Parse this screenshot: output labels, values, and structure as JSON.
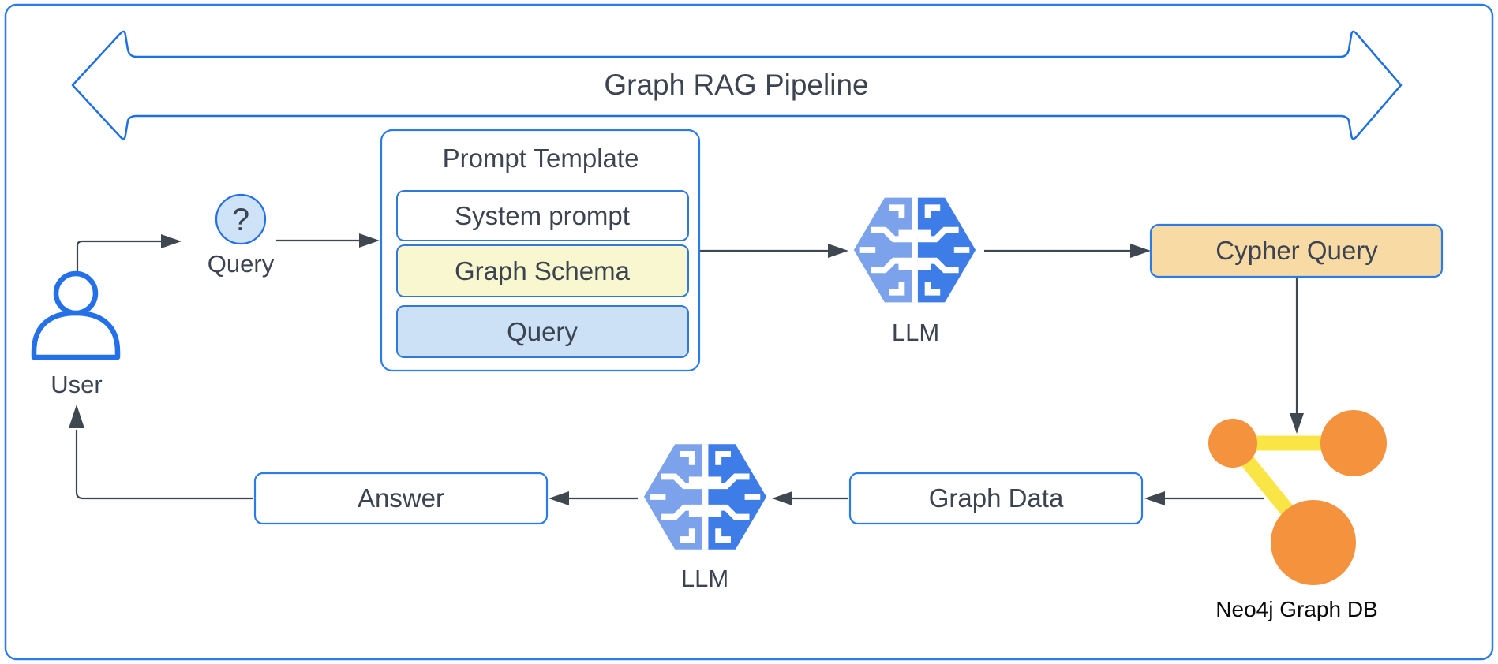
{
  "diagram": {
    "title": "Graph RAG Pipeline",
    "nodes": {
      "user": {
        "label": "User"
      },
      "query": {
        "label": "Query",
        "icon_glyph": "?"
      },
      "prompt_template": {
        "title": "Prompt Template",
        "items": [
          {
            "label": "System prompt",
            "fill": "#ffffff"
          },
          {
            "label": "Graph Schema",
            "fill": "#f9f7cf"
          },
          {
            "label": "Query",
            "fill": "#cce0f6"
          }
        ]
      },
      "llm1": {
        "label": "LLM"
      },
      "cypher_query": {
        "label": "Cypher Query",
        "fill": "#f8daa4"
      },
      "neo4j": {
        "label": "Neo4j Graph DB"
      },
      "graph_data": {
        "label": "Graph Data"
      },
      "llm2": {
        "label": "LLM"
      },
      "answer": {
        "label": "Answer"
      }
    },
    "colors": {
      "border_blue": "#2b7ce9",
      "arrow_outline_blue": "#1e6fe0",
      "connector_gray": "#3f4750",
      "text_slate": "#3b4450",
      "llm_left_blue": "#7ca2ec",
      "llm_right_blue": "#3e7ce8",
      "neo4j_orange": "#f5923d",
      "neo4j_yellow": "#f9e545",
      "query_circle_fill": "#cfe3f8",
      "user_icon_blue": "#2470e8"
    }
  }
}
